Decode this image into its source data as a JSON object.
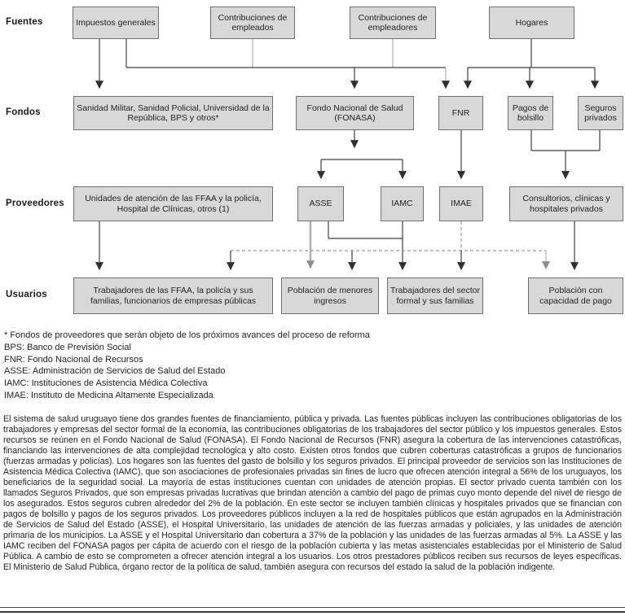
{
  "row_labels": [
    "Fuentes",
    "Fondos",
    "Proveedores",
    "Usuarios"
  ],
  "nodes": {
    "impuestos_generales": "Impuestos generales",
    "contribuciones_empleados": "Contribuciones de empleados",
    "contribuciones_empleadores": "Contribuciones de empleadores",
    "hogares": "Hogares",
    "sanidad_militar": "Sanidad Militar, Sanidad Policial, Universidad de la República, BPS y otros*",
    "fonasa": "Fondo Nacional de Salud (FONASA)",
    "fnr": "FNR",
    "pagos_bolsillo": "Pagos de bolsillo",
    "seguros_privados": "Seguros privados",
    "unidades_ffaa": "Unidades de atención de las FFAA y la policía, Hospital de Clínicas, otros (1)",
    "asse": "ASSE",
    "iamc": "IAMC",
    "imae": "IMAE",
    "consultorios": "Consultorios, clínicas y hospitales privados",
    "trabajadores_ffaa": "Trabajadores de las FFAA, la policía y sus familias, funcionarios de empresas públicas",
    "poblacion_menores_ingresos": "Población de menores ingresos",
    "trabajadores_sector_formal": "Trabajadores del sector formal y sus familias",
    "poblacion_capacidad_pago": "Población con capacidad de pago"
  },
  "footnotes": [
    "* Fondos de proveedores que serán objeto de los próximos avances del proceso de reforma",
    "BPS: Banco de Previsión Social",
    "FNR: Fondo Nacional de Recursos",
    "ASSE: Administración de Servicios de Salud del Estado",
    "IAMC: Instituciones de Asistencia Médica Colectiva",
    "IMAE: Instituto de Medicina Altamente Especializada"
  ],
  "body": {
    "text": "El sistema de salud uruguayo tiene dos grandes fuentes de financiamiento, pública y privada. Las fuentes públicas incluyen las contribuciones obligatorias de los trabajadores y empresas del sector formal de la economía, las contribuciones obligatorias de los trabajadores del sector público y los impuestos generales. Estos recursos se reúnen en el Fondo Nacional de Salud (FONASA). El Fondo Nacional de Recursos (FNR) asegura la cobertura de las intervenciones catastróficas, financiando las intervenciones de alta complejidad tecnológica y alto costo. Existen otros fondos que cubren coberturas catastróficas a grupos de funcionarios (fuerzas armadas y policías). Los hogares son las fuentes del gasto de bolsillo y los seguros privados. El principal proveedor de servicios son las Instituciones de Asistencia Médica Colectiva (IAMC), que son asociaciones de profesionales privadas sin fines de lucro que ofrecen atención integral a 56% de los uruguayos, los beneficiarios de la seguridad social. La mayoría de estas instituciones cuentan con unidades de atención propias. El sector privado cuenta también con los llamados Seguros Privados, que son empresas privadas lucrativas que brindan atención a cambio del pago de primas cuyo monto depende del nivel de riesgo de los asegurados. Estos seguros cubren alrededor del 2% de la población. En este sector se incluyen también clínicas y hospitales privados que se financian con pagos de bolsillo y pagos de los seguros privados. Los proveedores públicos incluyen a la red de hospitales públicos que están agrupados en la Administración de Servicios de Salud del Estado (ASSE), el Hospital Universitario, las unidades de atención de las fuerzas armadas y policiales, y las unidades de atención primaria de los municipios. La ASSE y el Hospital Universitario dan cobertura a 37% de la población y las unidades de las fuerzas armadas al 5%. La ASSE y las IAMC reciben del FONASA pagos per cápita de acuerdo con el riesgo de la población cubierta y las metas asistenciales establecidas por el Ministerio de Salud Pública. A cambio de esto se comprometen a ofrecer atención integral a los usuarios. Los otros prestadores públicos reciben sus recursos de leyes específicas. El Ministerio de Salud Pública, órgano rector de la política de salud, también asegura con recursos del estado la salud de la población indigente."
  },
  "colors": {
    "box_fill": "#d8d8d8",
    "box_border": "#6f6f6f",
    "line_dark": "#3f3f3f",
    "line_gray": "#b0b0b0",
    "line_dashed": "#9a9a9a"
  }
}
